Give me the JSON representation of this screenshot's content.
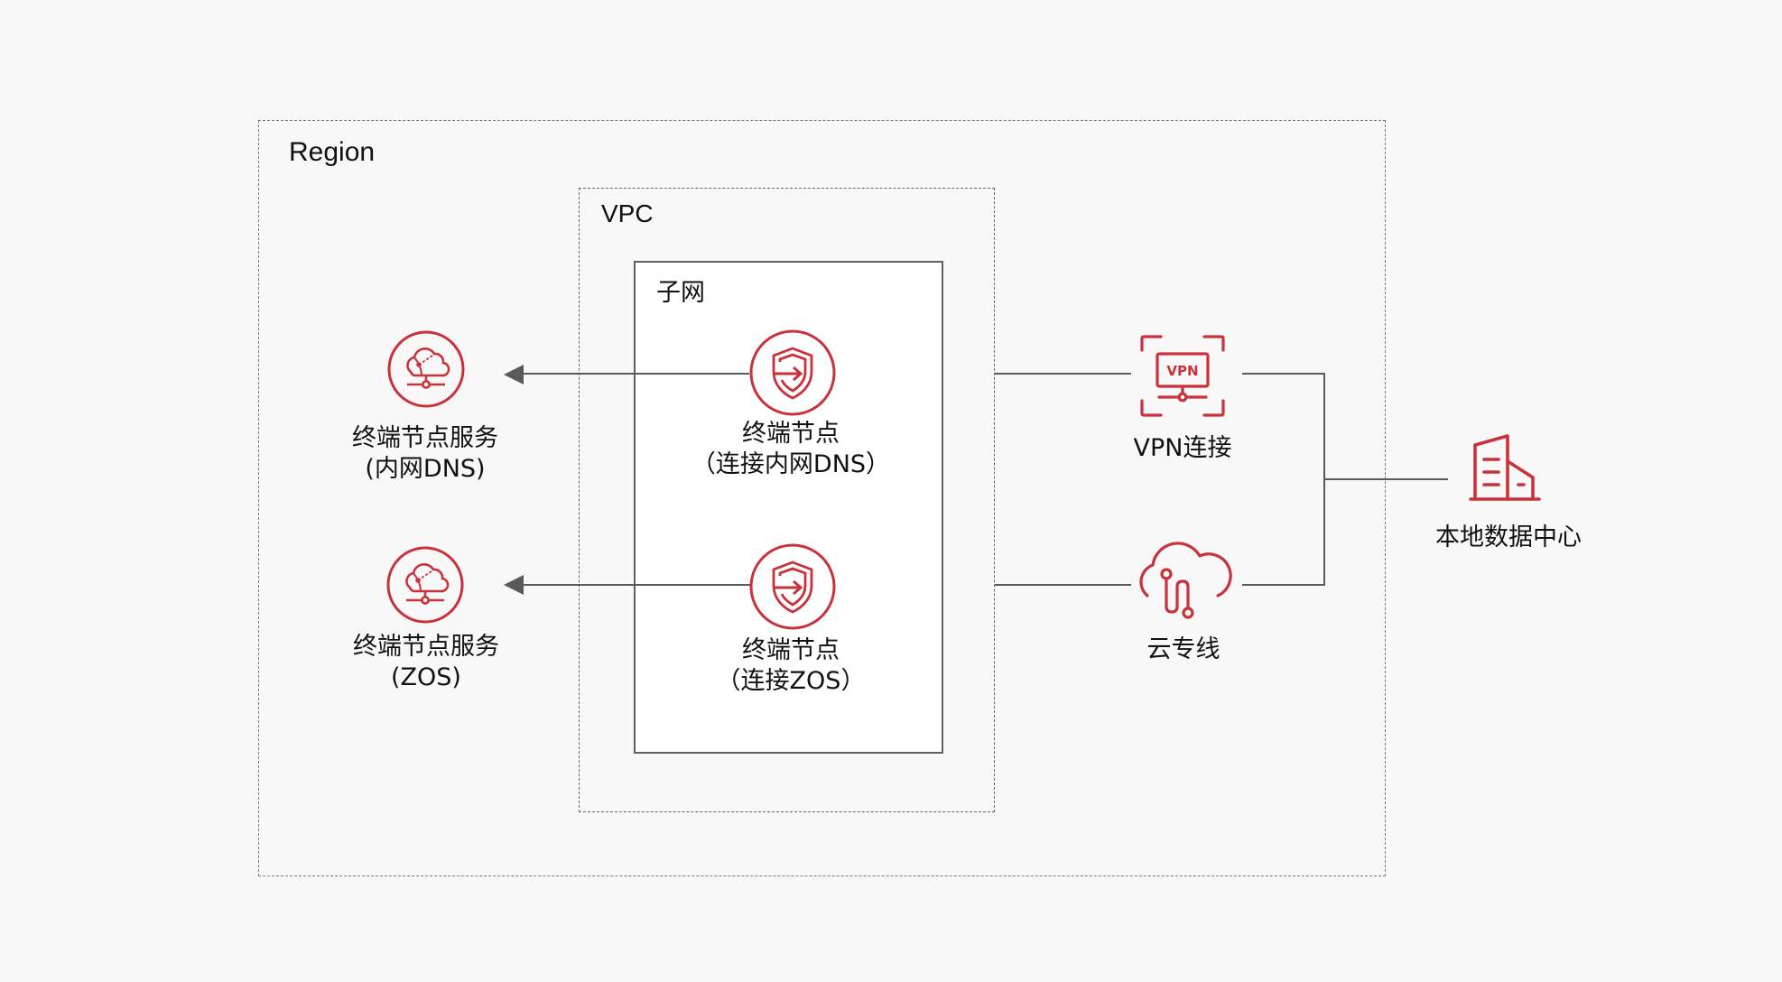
{
  "colors": {
    "background": "#f8f8f8",
    "accent_red": "#c9323b",
    "line": "#5a5a5a",
    "subnet_fill": "#ffffff"
  },
  "containers": {
    "region": "Region",
    "vpc": "VPC",
    "subnet": "子网"
  },
  "nodes": {
    "service_dns": {
      "icon": "cloud-network-icon",
      "line1": "终端节点服务",
      "line2": "(内网DNS)"
    },
    "service_zos": {
      "icon": "cloud-network-icon",
      "line1": "终端节点服务",
      "line2": "(ZOS)"
    },
    "endpoint_dns": {
      "icon": "shield-arrow-icon",
      "line1": "终端节点",
      "line2": "（连接内网DNS）"
    },
    "endpoint_zos": {
      "icon": "shield-arrow-icon",
      "line1": "终端节点",
      "line2": "（连接ZOS）"
    },
    "vpn": {
      "icon": "vpn-monitor-icon",
      "label": "VPN连接"
    },
    "direct_connect": {
      "icon": "cloud-line-icon",
      "label": "云专线"
    },
    "datacenter": {
      "icon": "building-icon",
      "label": "本地数据中心"
    }
  },
  "connections": [
    {
      "from": "endpoint_dns",
      "to": "service_dns",
      "arrow": "to"
    },
    {
      "from": "endpoint_zos",
      "to": "service_zos",
      "arrow": "to"
    },
    {
      "from": "vpc",
      "to": "vpn",
      "arrow": "none"
    },
    {
      "from": "vpc",
      "to": "direct_connect",
      "arrow": "none"
    },
    {
      "from": "vpn",
      "to": "datacenter",
      "arrow": "none"
    },
    {
      "from": "direct_connect",
      "to": "datacenter",
      "arrow": "none"
    }
  ]
}
